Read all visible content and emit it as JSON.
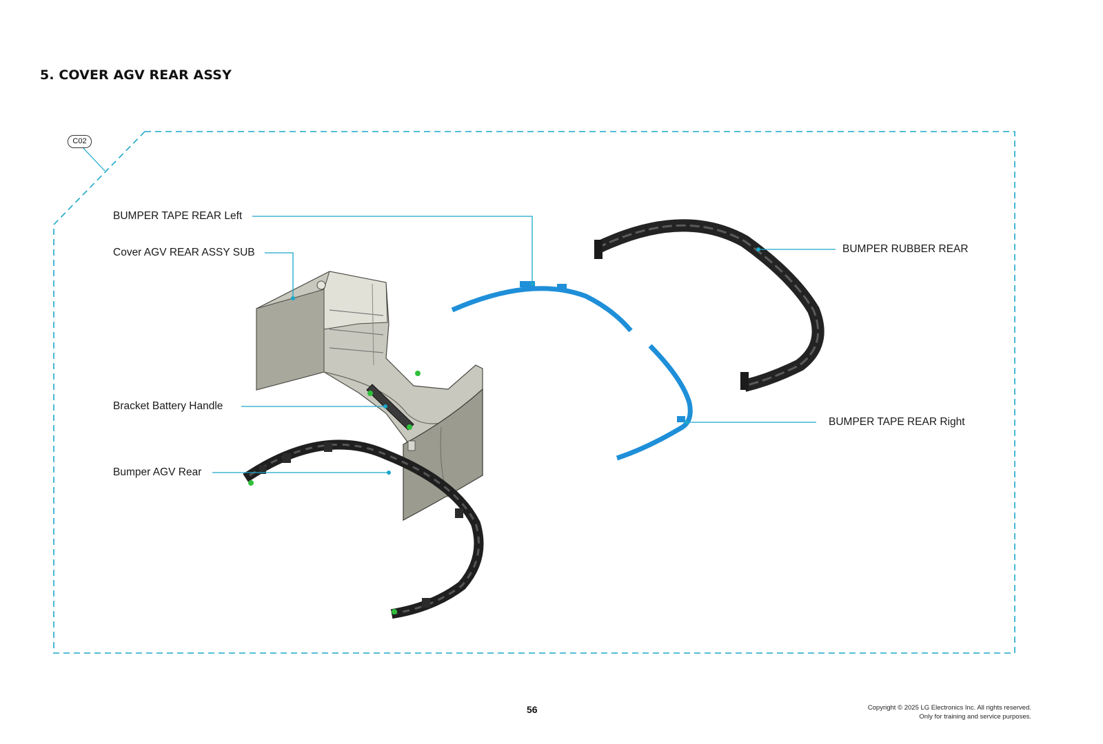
{
  "page": {
    "title": "5. COVER AGV REAR ASSY",
    "ref_code": "C02",
    "page_number": "56",
    "copyright_line1": "Copyright © 2025 LG Electronics Inc. All rights reserved.",
    "copyright_line2": "Only for training and service purposes."
  },
  "callouts": {
    "bumper_tape_rear_left": "BUMPER TAPE REAR Left",
    "cover_agv_rear_assy_sub": "Cover AGV REAR ASSY SUB",
    "bracket_battery_handle": "Bracket Battery Handle",
    "bumper_agv_rear": "Bumper AGV Rear",
    "bumper_rubber_rear": "BUMPER RUBBER REAR",
    "bumper_tape_rear_right": "BUMPER TAPE REAR Right"
  },
  "colors": {
    "leader_line": "#1aa7c9",
    "frame_dash": "#1aa7c9",
    "tape_blue": "#1e8fd8",
    "rubber_black": "#232323",
    "cover_grey": "#b9b8ad",
    "clip_green": "#2fbf3a"
  }
}
